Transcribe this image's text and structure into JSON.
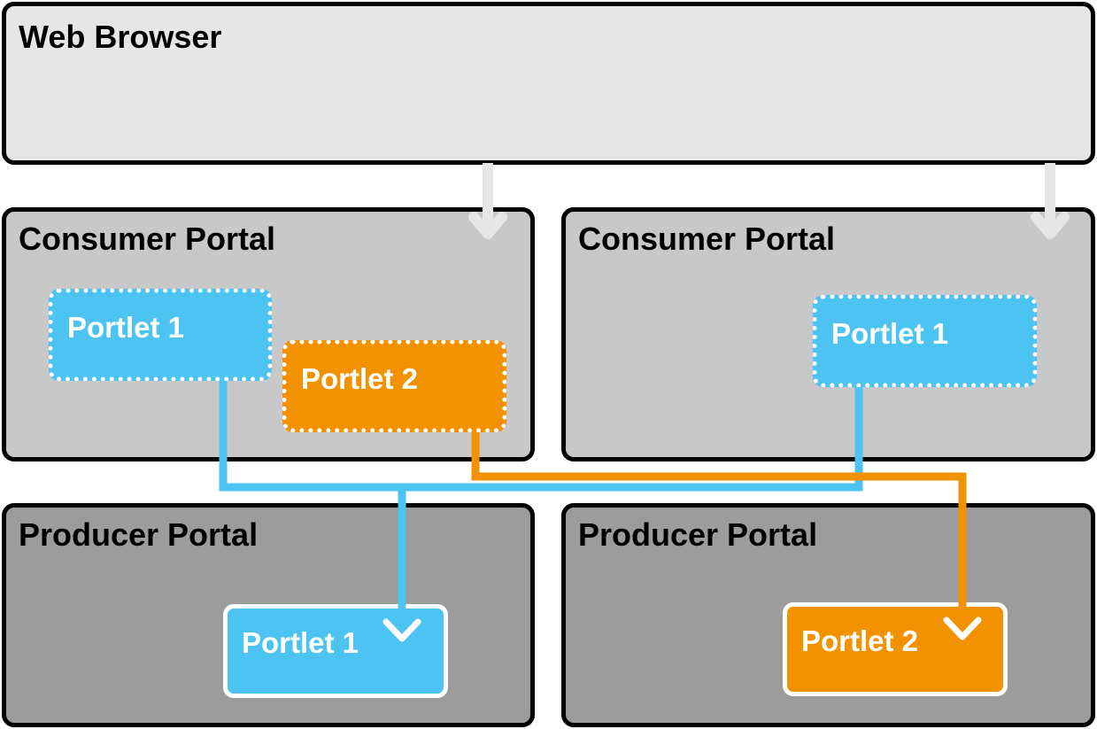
{
  "browser": {
    "title": "Web Browser"
  },
  "consumers": [
    {
      "title": "Consumer Portal",
      "portlets": [
        "Portlet 1",
        "Portlet 2"
      ]
    },
    {
      "title": "Consumer Portal",
      "portlets": [
        "Portlet 1"
      ]
    }
  ],
  "producers": [
    {
      "title": "Producer Portal",
      "portlets": [
        "Portlet 1"
      ]
    },
    {
      "title": "Producer Portal",
      "portlets": [
        "Portlet 2"
      ]
    }
  ],
  "colors": {
    "portlet_1": "#4dc3f2",
    "portlet_2": "#f39200",
    "browser_bg": "#e6e6e6",
    "consumer_bg": "#c8c8c8",
    "producer_bg": "#9c9c9c",
    "browser_arrow": "#e6e6e6"
  }
}
